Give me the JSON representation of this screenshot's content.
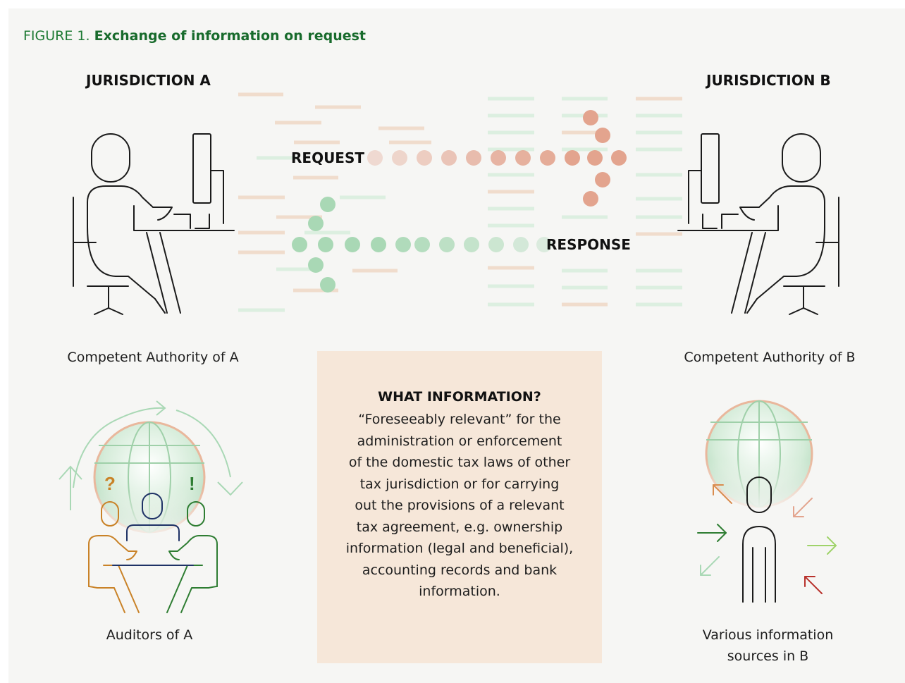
{
  "figure": {
    "label": "FIGURE 1.",
    "title": "Exchange of information on request"
  },
  "jurisdiction_a": {
    "title": "JURISDICTION A",
    "authority": "Competent Authority of A",
    "auditors": "Auditors of A"
  },
  "jurisdiction_b": {
    "title": "JURISDICTION B",
    "authority": "Competent Authority of B",
    "sources_line1": "Various information",
    "sources_line2": "sources in B"
  },
  "flows": {
    "request": "REQUEST",
    "response": "RESPONSE"
  },
  "what_information": {
    "heading": "WHAT INFORMATION?",
    "lines": [
      "“Foreseeably relevant” for the",
      "administration or enforcement",
      "of the domestic tax laws of other",
      "tax jurisdiction or for carrying",
      "out the provisions of a relevant",
      "tax agreement, e.g. ownership",
      "information (legal and beneficial),",
      "accounting records and bank",
      "information."
    ]
  },
  "symbols": {
    "question": "?",
    "exclamation": "!"
  },
  "colors": {
    "title_green": "#1e7a34",
    "request_dots": "#e3a48e",
    "response_dots": "#a9d8b5",
    "info_box": "#f6e7d9",
    "auditor_orange": "#c98227",
    "auditor_green": "#2e7d32",
    "auditor_navy": "#1f3266"
  }
}
